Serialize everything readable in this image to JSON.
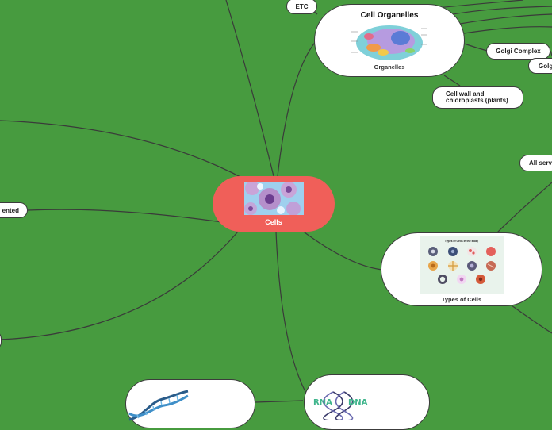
{
  "central": {
    "label": "Cells"
  },
  "nodes": {
    "etc": "ETC",
    "organelles": {
      "image_title": "Cell Organelles",
      "caption": "Organelles"
    },
    "golgi_complex": "Golgi Complex",
    "golgi_partial": "Golgi",
    "cell_wall": "Cell wall and chloroplasts (plants)",
    "all_serv_partial": "All serv",
    "types": {
      "image_title": "Types of Cells in the Body",
      "caption": "Types of Cells"
    },
    "ented_partial": "ented",
    "rna_dna": {
      "rna": "RNA",
      "dna": "DNA"
    }
  },
  "colors": {
    "background": "#479b3f",
    "central": "#f05f59",
    "node": "#ffffff",
    "line": "#3a3a3a"
  }
}
